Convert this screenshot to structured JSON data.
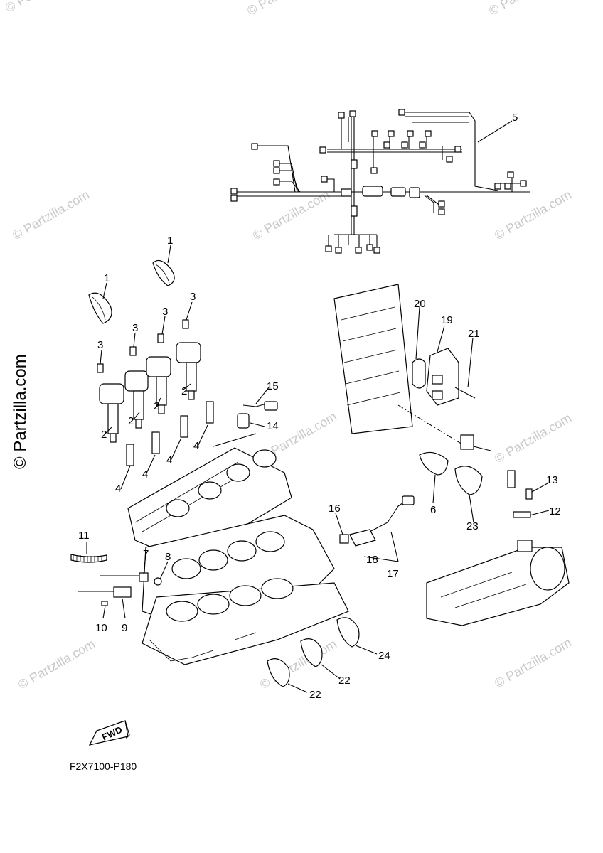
{
  "diagram_code": "F2X7100-P180",
  "watermark_text": "© Partzilla.com",
  "fwd_label": "FWD",
  "callouts": [
    "1",
    "1",
    "2",
    "2",
    "2",
    "2",
    "3",
    "3",
    "3",
    "3",
    "4",
    "4",
    "4",
    "4",
    "5",
    "6",
    "7",
    "8",
    "9",
    "10",
    "11",
    "12",
    "13",
    "14",
    "15",
    "16",
    "17",
    "18",
    "19",
    "20",
    "21",
    "22",
    "22",
    "23",
    "24"
  ]
}
